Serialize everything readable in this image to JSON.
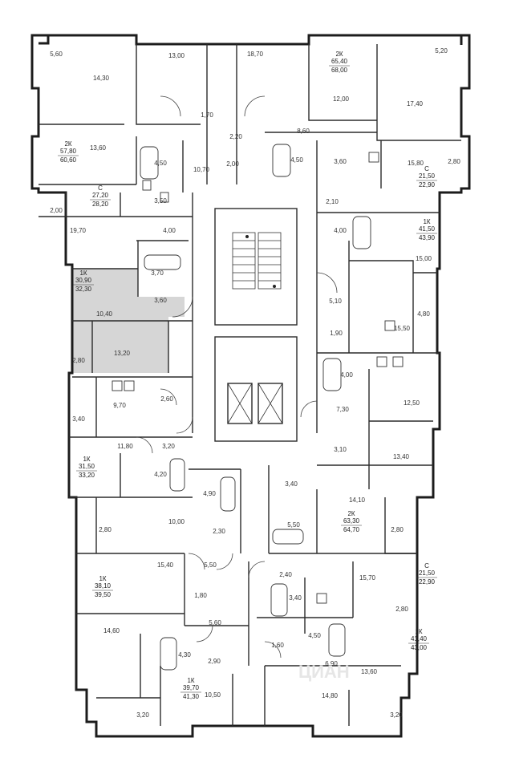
{
  "units": [
    {
      "type": "2К",
      "area_living": "57,80",
      "area_total": "60,60"
    },
    {
      "type": "2К",
      "area_living": "65,40",
      "area_total": "68,00"
    },
    {
      "type": "С",
      "area_living": "27,20",
      "area_total": "28,20"
    },
    {
      "type": "С",
      "area_living": "21,50",
      "area_total": "22,90"
    },
    {
      "type": "1К",
      "area_living": "41,50",
      "area_total": "43,90"
    },
    {
      "type": "1К",
      "area_living": "30,90",
      "area_total": "32,30"
    },
    {
      "type": "1К",
      "area_living": "31,50",
      "area_total": "33,20"
    },
    {
      "type": "2К",
      "area_living": "63,30",
      "area_total": "64,70"
    },
    {
      "type": "1К",
      "area_living": "38,10",
      "area_total": "39,50"
    },
    {
      "type": "С",
      "area_living": "21,50",
      "area_total": "22,90"
    },
    {
      "type": "1К",
      "area_living": "41,40",
      "area_total": "43,00"
    },
    {
      "type": "1К",
      "area_living": "39,70",
      "area_total": "41,30"
    }
  ],
  "rooms": [
    "5,60",
    "13,00",
    "18,70",
    "5,20",
    "14,30",
    "12,00",
    "17,40",
    "1,70",
    "2,20",
    "8,60",
    "13,60",
    "4,50",
    "10,70",
    "2,00",
    "4,50",
    "3,60",
    "15,80",
    "2,80",
    "3,50",
    "2,10",
    "2,00",
    "19,70",
    "4,00",
    "4,00",
    "15,00",
    "3,70",
    "3,60",
    "10,40",
    "5,10",
    "4,80",
    "1,90",
    "15,50",
    "2,80",
    "13,20",
    "4,00",
    "12,50",
    "2,60",
    "9,70",
    "7,30",
    "3,40",
    "11,80",
    "3,20",
    "3,10",
    "13,40",
    "4,20",
    "4,90",
    "3,40",
    "14,10",
    "2,80",
    "10,00",
    "5,50",
    "2,30",
    "2,80",
    "15,40",
    "5,50",
    "2,40",
    "15,70",
    "1,80",
    "3,40",
    "5,60",
    "2,80",
    "14,60",
    "4,50",
    "1,60",
    "4,30",
    "2,90",
    "6,90",
    "13,60",
    "10,50",
    "14,80",
    "3,20",
    "3,20"
  ],
  "highlight_color": "#d6d6d6",
  "watermark": "ЦИАН"
}
